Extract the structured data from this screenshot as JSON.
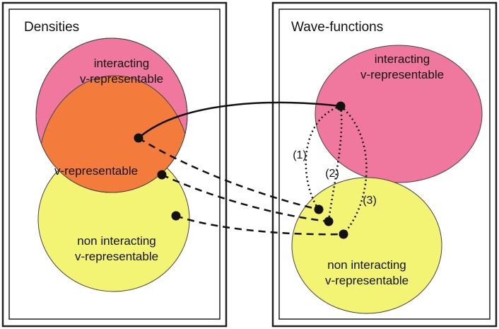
{
  "panels": {
    "densities": {
      "title": "Densities"
    },
    "wavefunctions": {
      "title": "Wave-functions"
    }
  },
  "densities": {
    "interacting_label_line1": "interacting",
    "interacting_label_line2": "v-representable",
    "vrep_label": "v-representable",
    "noninteracting_label_line1": "non interacting",
    "noninteracting_label_line2": "v-representable"
  },
  "wavefunctions": {
    "interacting_label_line1": "interacting",
    "interacting_label_line2": "v-representable",
    "noninteracting_label_line1": "non interacting",
    "noninteracting_label_line2": "v-representable"
  },
  "paths": {
    "label_1": "(1)",
    "label_2": "(2)",
    "label_3": "(3)"
  },
  "colors": {
    "interacting_fill": "#F0789E",
    "vrep_fill": "#F37B3C",
    "noninteracting_fill": "#F3F374",
    "outline": "#222222",
    "ink": "#111111"
  }
}
